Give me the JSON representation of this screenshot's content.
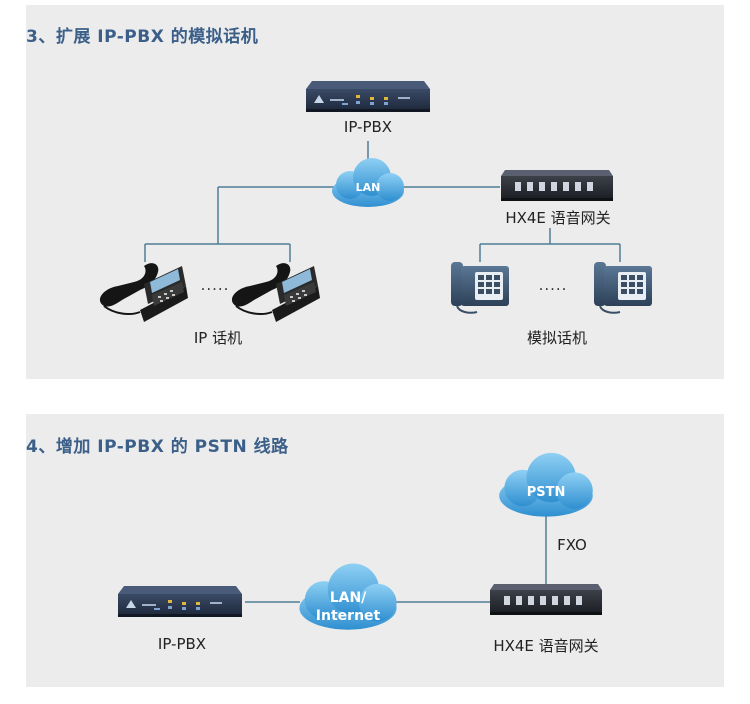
{
  "sections": [
    {
      "title": "3、扩展 IP-PBX 的模拟话机",
      "pbx_label": "IP-PBX",
      "cloud_label": "LAN",
      "gateway_label": "HX4E 语音网关",
      "ip_phones_label": "IP 话机",
      "analog_phones_label": "模拟话机",
      "ellipsis": "....."
    },
    {
      "title": "4、增加 IP-PBX 的 PSTN 线路",
      "pstn_label": "PSTN",
      "fxo_label": "FXO",
      "cloud_label_line1": "LAN/",
      "cloud_label_line2": "Internet",
      "pbx_label": "IP-PBX",
      "gateway_label": "HX4E 语音网关"
    }
  ],
  "colors": {
    "panel_bg": "#ececec",
    "title": "#3b5f88",
    "line": "#4e7e95",
    "cloud": "#56a9dd",
    "device": "#1e2a3c",
    "phone": "#3a4f66"
  }
}
